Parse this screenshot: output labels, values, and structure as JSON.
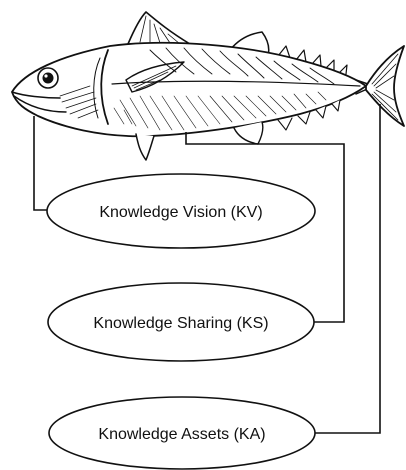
{
  "diagram": {
    "nodes": [
      {
        "id": "kv",
        "label": "Knowledge Vision (KV)",
        "connects_to": "head"
      },
      {
        "id": "ks",
        "label": "Knowledge Sharing (KS)",
        "connects_to": "body"
      },
      {
        "id": "ka",
        "label": "Knowledge Assets (KA)",
        "connects_to": "tail"
      }
    ],
    "colors": {
      "stroke": "#111111",
      "fill": "#ffffff"
    }
  }
}
